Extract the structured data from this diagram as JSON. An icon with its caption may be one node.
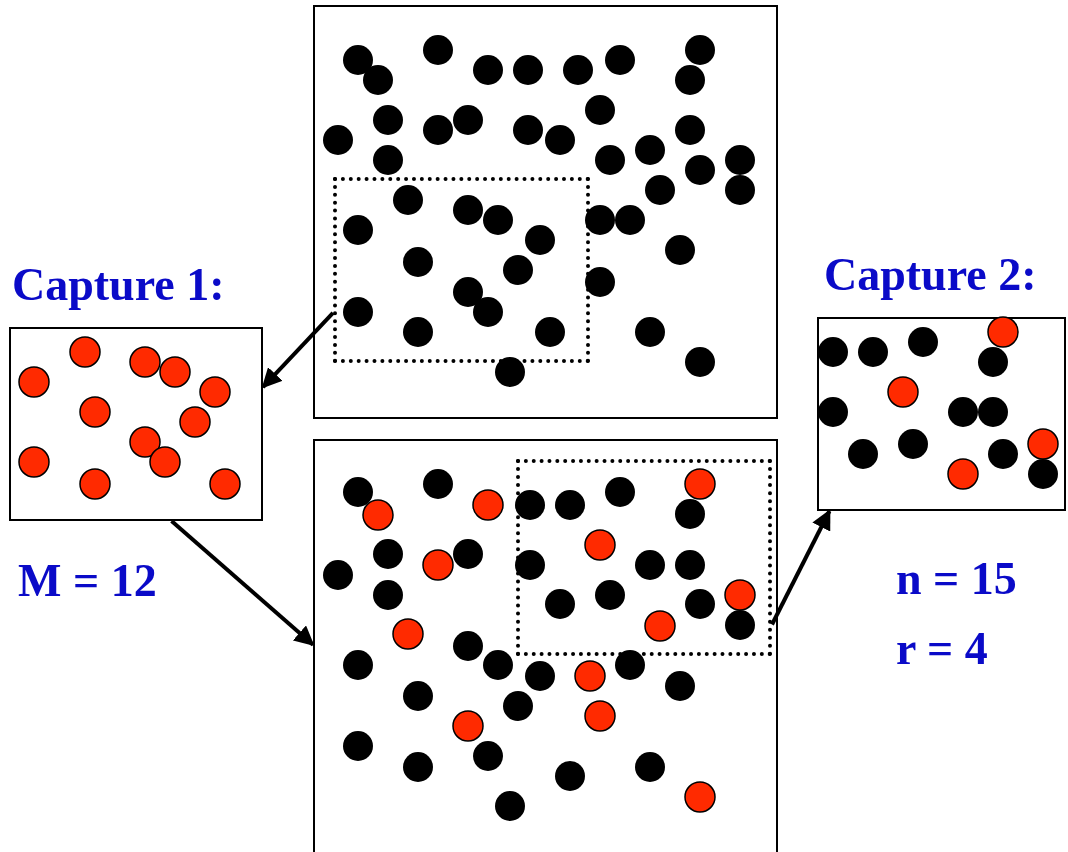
{
  "diagram": {
    "nodes": [
      {
        "text": [],
        "shape": "box"
      },
      {
        "text": [],
        "shape": "box",
        "in": 0
      },
      {
        "text": [
          "Capture 1:"
        ],
        "beside": [
          "M = 12"
        ]
      },
      {
        "text": [],
        "shape": "box"
      },
      {
        "text": [],
        "shape": "box",
        "in": 3
      },
      {
        "text": [
          "Capture 2:"
        ],
        "beside": [
          "n = 15",
          "r = 4"
        ]
      }
    ],
    "edges": [
      {
        "from": 1,
        "to": 2,
        "arrow": "to"
      },
      {
        "from": 2,
        "to": 3,
        "arrow": "to"
      },
      {
        "from": 4,
        "to": 5,
        "arrow": "to"
      }
    ]
  }
}
